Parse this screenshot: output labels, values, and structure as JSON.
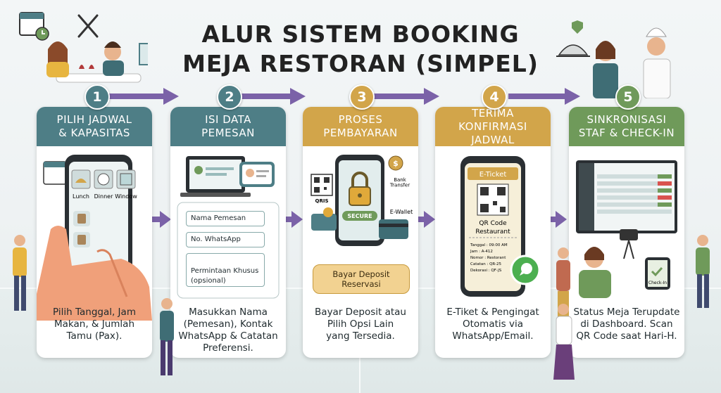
{
  "title": {
    "line1": "ALUR SISTEM BOOKING",
    "line2": "MEJA RESTORAN (SIMPEL)"
  },
  "steps": [
    {
      "number": "1",
      "header": "PILIH JADWAL\n& KAPASITAS",
      "caption": "Pilih Tanggal, Jam\nMakan, & Jumlah\nTamu (Pax).",
      "options": [
        "Lunch",
        "Dinner",
        "Window"
      ]
    },
    {
      "number": "2",
      "header": "ISI DATA\nPEMESAN",
      "caption": "Masukkan Nama\n(Pemesan), Kontak\nWhatsApp & Catatan\nPreferensi.",
      "fields": [
        "Nama Pemesan",
        "No. WhatsApp",
        "Permintaan Khusus\n(opsional)"
      ]
    },
    {
      "number": "3",
      "header": "PROSES\nPEMBAYARAN",
      "caption": "Bayar Deposit atau\nPilih Opsi Lain\nyang Tersedia.",
      "secure_label": "SECURE",
      "qris_label": "QRIS",
      "bank_label": "Bank\nTransfer",
      "ewallet_label": "E-Wallet",
      "deposit_button": "Bayar Deposit\nReservasi"
    },
    {
      "number": "4",
      "header": "TERIMA KONFIRMASI\nJADWAL",
      "caption": "E-Tiket & Pengingat\nOtomatis via\nWhatsApp/Email.",
      "ticket_title": "E-Ticket",
      "qr_label": "QR Code",
      "qr_sub": "Restaurant",
      "ticket_lines": [
        "Tanggal : 09:00 AM",
        "Jam : A-412",
        "Nomor : Restorant",
        "Catatan : QR-25",
        "Dekorasi : QF-JS"
      ]
    },
    {
      "number": "5",
      "header": "SINKRONISASI\nSTAF & CHECK-IN",
      "caption": "Status Meja Terupdate\ndi Dashboard. Scan\nQR Code saat Hari-H.",
      "checkin_label": "Check-In"
    }
  ],
  "colors": {
    "step1": "#4e7e86",
    "step2": "#4e7e86",
    "step3": "#d2a54a",
    "step4": "#d2a54a",
    "step5": "#6f9a5a",
    "arrow": "#7b62a8",
    "badge": "#4e7e86"
  }
}
